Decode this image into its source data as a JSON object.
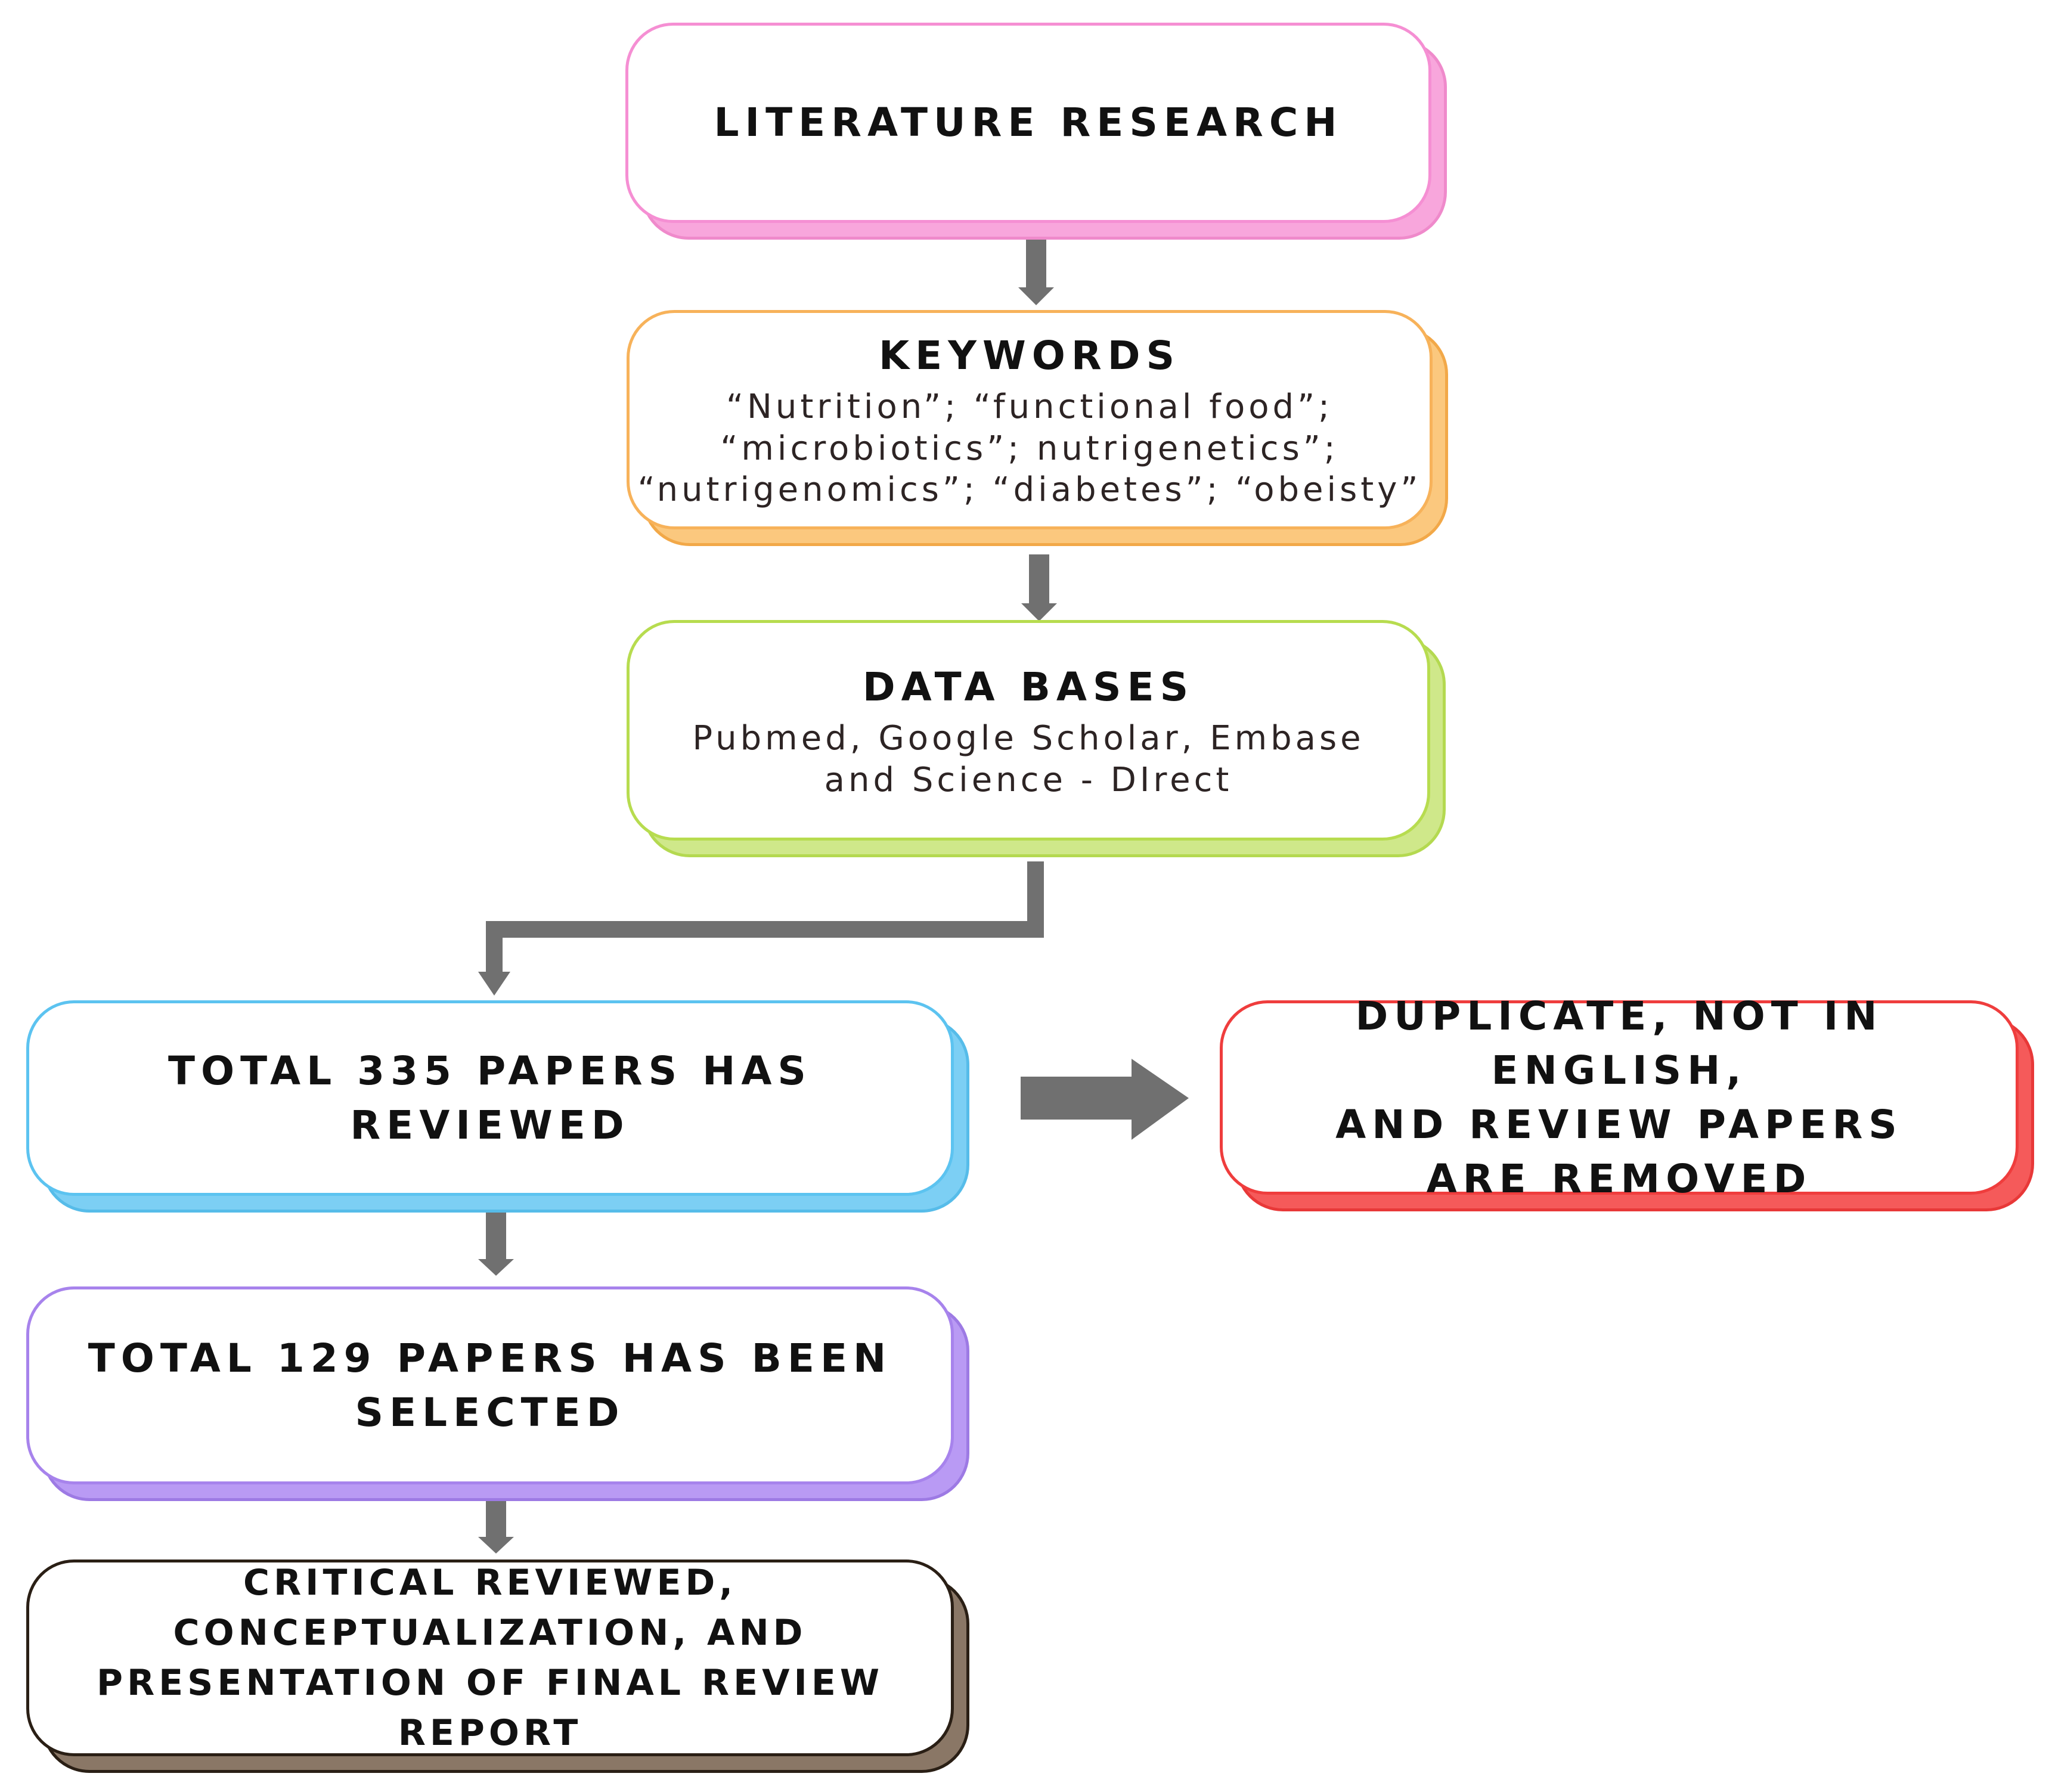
{
  "nodes": {
    "literature_research": {
      "title": "LITERATURE RESEARCH"
    },
    "keywords": {
      "title": "KEYWORDS",
      "detail": "“Nutrition”; “functional food”;\n“microbiotics”; nutrigenetics”;\n“nutrigenomics”; “diabetes”; “obeisty”"
    },
    "data_bases": {
      "title": "DATA BASES",
      "detail": "Pubmed, Google Scholar, Embase\nand Science - DIrect"
    },
    "reviewed": {
      "title": "TOTAL 335 PAPERS HAS REVIEWED"
    },
    "removed": {
      "title": "DUPLICATE, NOT IN ENGLISH,\nAND REVIEW PAPERS\nARE REMOVED"
    },
    "selected": {
      "title": "TOTAL 129 PAPERS HAS BEEN\nSELECTED"
    },
    "final": {
      "title": "CRITICAL REVIEWED,\nCONCEPTUALIZATION, AND\nPRESENTATION OF FINAL REVIEW REPORT"
    }
  },
  "colors": {
    "literature_research": "#f58fd3",
    "keywords": "#f7b25a",
    "data_bases": "#b7dc4f",
    "reviewed": "#5cc3f0",
    "selected": "#a783ec",
    "final": "#2a1f15",
    "removed": "#ef3d3d",
    "arrow": "#707070"
  }
}
